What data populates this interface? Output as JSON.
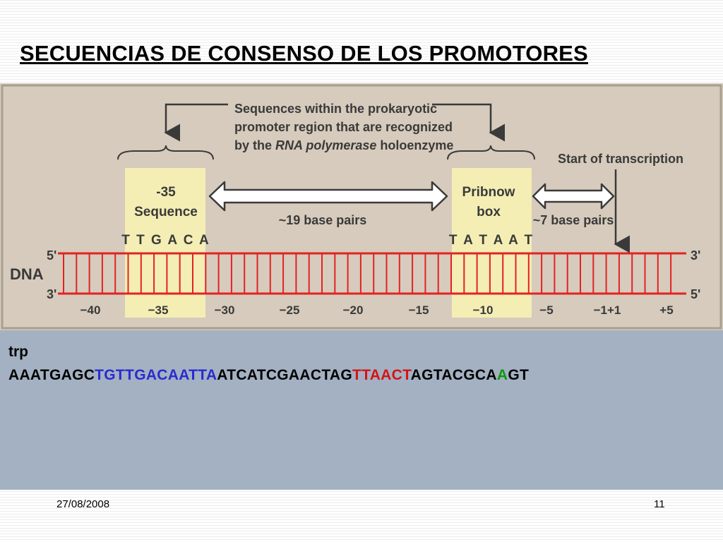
{
  "slide": {
    "title": "SECUENCIAS DE CONSENSO DE LOS PROMOTORES",
    "date": "27/08/2008",
    "page_number": "11"
  },
  "diagram": {
    "top_caption": [
      "Sequences within the prokaryotic",
      "promoter region that are recognized",
      "by the RNA polymerase holoenzyme"
    ],
    "start_label": "Start of transcription",
    "box35": {
      "line1": "-35",
      "line2": "Sequence",
      "bases": "T T G A C A"
    },
    "pribnow": {
      "line1": "Pribnow",
      "line2": "box",
      "bases": "T A T A A T"
    },
    "gap_19": "~19 base pairs",
    "gap_7": "~7 base pairs",
    "dna_label": "DNA",
    "strand_labels": {
      "top_left": "5'",
      "bottom_left": "3'",
      "top_right": "3'",
      "bottom_right": "5'"
    },
    "positions": [
      "−40",
      "−35",
      "−30",
      "−25",
      "−20",
      "−15",
      "−10",
      "−5",
      "−1+1",
      "+5"
    ],
    "colors": {
      "panel": "#d6cbbc",
      "box": "#f4eeb4",
      "strand": "#e32222",
      "caption": "#3a3a3a"
    }
  },
  "promoter": {
    "gene_name": "trp",
    "segments": [
      {
        "text": "AAATGAGC",
        "color": "black"
      },
      {
        "text": "TGTTGACAATTA",
        "color": "blue"
      },
      {
        "text": "ATCATCGAACTAG",
        "color": "black"
      },
      {
        "text": "TTAACT",
        "color": "red"
      },
      {
        "text": "AGTACGCA",
        "color": "black"
      },
      {
        "text": "A",
        "color": "green"
      },
      {
        "text": "GT",
        "color": "black"
      }
    ]
  }
}
